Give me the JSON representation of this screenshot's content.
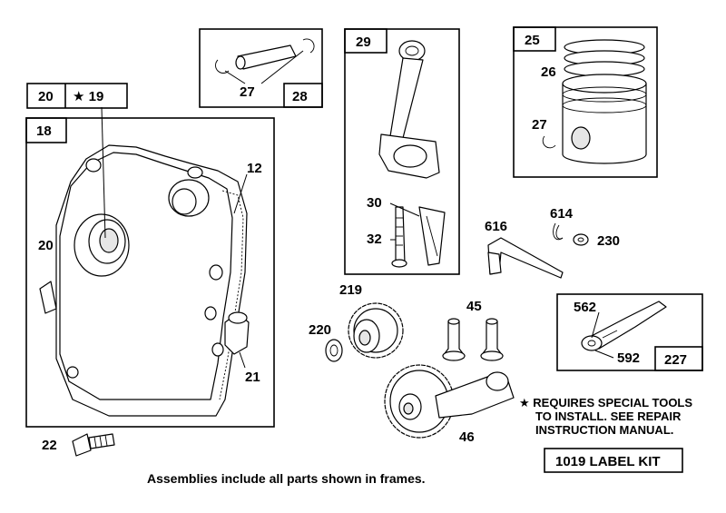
{
  "frames": {
    "f18": {
      "label": "18"
    },
    "f20": {
      "label": "20",
      "label2": "★ 19"
    },
    "f28": {
      "label": "28"
    },
    "f29": {
      "label": "29"
    },
    "f25": {
      "label": "25"
    },
    "f227": {
      "label": "227"
    }
  },
  "parts": {
    "p12": "12",
    "p20": "20",
    "p21": "21",
    "p22": "22",
    "p26": "26",
    "p27a": "27",
    "p27b": "27",
    "p30": "30",
    "p32": "32",
    "p45": "45",
    "p46": "46",
    "p219": "219",
    "p220": "220",
    "p230": "230",
    "p562": "562",
    "p592": "592",
    "p614": "614",
    "p616": "616"
  },
  "note": {
    "line1": "★ REQUIRES SPECIAL TOOLS",
    "line2": "TO INSTALL.  SEE REPAIR",
    "line3": "INSTRUCTION MANUAL."
  },
  "label_kit": "1019 LABEL KIT",
  "footer": "Assemblies include all parts shown in frames."
}
